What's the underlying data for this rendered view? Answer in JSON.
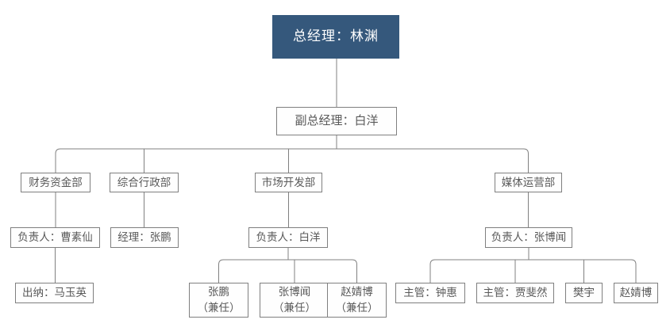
{
  "org": {
    "root": {
      "label": "总经理：林渊"
    },
    "deputy": {
      "label": "副总经理：白洋"
    },
    "departments": {
      "finance": {
        "label": "财务资金部",
        "lead": "负责人：曹素仙",
        "staff": "出纳：马玉英"
      },
      "admin": {
        "label": "综合行政部",
        "lead": "经理：张鹏"
      },
      "market": {
        "label": "市场开发部",
        "lead": "负责人：白洋",
        "staff": [
          {
            "name": "张鹏",
            "note": "（兼任）"
          },
          {
            "name": "张博闻",
            "note": "（兼任）"
          },
          {
            "name": "赵婧博",
            "note": "（兼任）"
          }
        ]
      },
      "media": {
        "label": "媒体运营部",
        "lead": "负责人：张博闻",
        "staff": [
          "主管：钟惠",
          "主管：贾斐然",
          "樊宇",
          "赵婧博"
        ]
      }
    }
  },
  "colors": {
    "root_bg": "#35587C",
    "root_text": "#FFFFFF",
    "box_border": "#7F7F7F",
    "box_text": "#595959",
    "connector_line": "#808080",
    "background": "#FFFFFF"
  }
}
